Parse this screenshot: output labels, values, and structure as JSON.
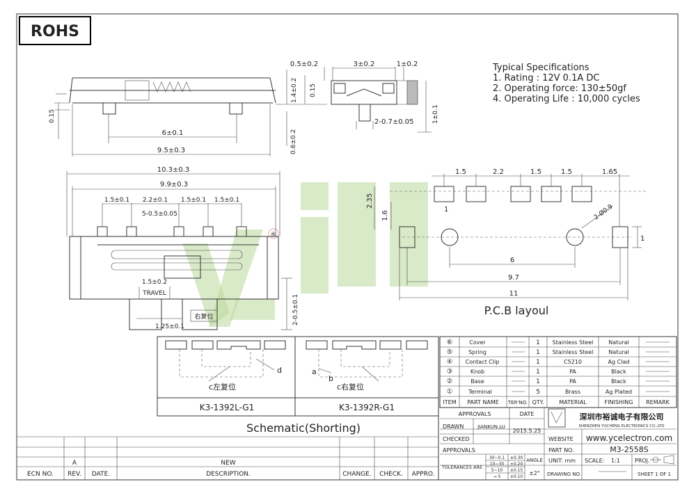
{
  "badge": "ROHS",
  "specs": {
    "heading": "Typical Specifications",
    "lines": [
      "1. Rating : 12V 0.1A   DC",
      "2. Operating force:   130±50gf",
      "4. Operating Life : 10,000 cycles"
    ]
  },
  "dims": {
    "side_a": "0.5±0.2",
    "side_b": "3±0.2",
    "side_c": "1±0.2",
    "h1": "1.4±0.2",
    "h2": "0.15",
    "h3": "1±0.1",
    "h4": "0.6±0.2",
    "left_015": "0.15",
    "pitch6": "6±0.1",
    "pitch95": "9.5±0.3",
    "pin_side": "2-0.7±0.05",
    "w103": "10.3±0.3",
    "w99": "9.9±0.3",
    "p15a": "1.5±0.1",
    "p22": "2.2±0.1",
    "p15b": "1.5±0.1",
    "p15c": "1.5±0.1",
    "pin5": "5-0.5±0.05",
    "travel_val": "1.5±0.2",
    "travel": "TRAVEL",
    "base125": "1.25±0.1",
    "right_pin": "2-0.5±0.1",
    "reset": "右复位",
    "reg": "®"
  },
  "pcb": {
    "title": "P.C.B layoul",
    "top": [
      "1.5",
      "2.2",
      "1.5",
      "1.5",
      "1.65"
    ],
    "h235": "2.35",
    "h16": "1.6",
    "w1": "1",
    "hole": "2-Ø0.9",
    "r1": "1",
    "d6": "6",
    "d97": "9.7",
    "d11": "11"
  },
  "schematic": {
    "title": "Schematic(Shorting)",
    "left_label": "c左复位",
    "right_label": "c右复位",
    "a": "a",
    "b": "b",
    "d": "d",
    "left_part": "K3-1392L-G1",
    "right_part": "K3-1392R-G1"
  },
  "bom": {
    "rows": [
      {
        "n": "⑥",
        "part": "Cover",
        "qty": "1",
        "mat": "Stainless Steel",
        "fin": "Natural"
      },
      {
        "n": "⑤",
        "part": "Spring",
        "qty": "1",
        "mat": "Stainless Steel",
        "fin": "Natural"
      },
      {
        "n": "④",
        "part": "Contact Clip",
        "qty": "1",
        "mat": "C5210",
        "fin": "Ag Clad"
      },
      {
        "n": "③",
        "part": "Knob",
        "qty": "1",
        "mat": "PA",
        "fin": "Black"
      },
      {
        "n": "②",
        "part": "Base",
        "qty": "1",
        "mat": "PA",
        "fin": "Black"
      },
      {
        "n": "①",
        "part": "Terminal",
        "qty": "5",
        "mat": "Brass",
        "fin": "Ag Plated"
      }
    ],
    "header": {
      "item": "ITEM",
      "part": "PART NAME",
      "ter": "TER'NO.",
      "qty": "QTY.",
      "mat": "MATERIAL",
      "fin": "FINISHING",
      "rem": "REMARK"
    }
  },
  "title_block": {
    "approvals": "APPROVALS",
    "date": "DATE",
    "drawn": "DRAWN",
    "drawn_by": "JIANKUN.LU",
    "drawn_date": "2015.5.25",
    "checked": "CHECKED",
    "approvals2": "APPROVALS",
    "company_cn": "深圳市裕诚电子有限公司",
    "company_en": "SHENZHEN YUCHENG ELECTRONICS CO.,LTD",
    "website_label": "WEBSITE",
    "website": "www.ycelectron.com",
    "part_no_label": "PART NO.",
    "part_no": "M3-2558S",
    "tolerances": "TOLERANCES ARE",
    "tol_rows": [
      [
        "30~0.1",
        "±0.30"
      ],
      [
        "10~30",
        "±0.20"
      ],
      [
        "5~10",
        "±0.15"
      ],
      [
        "→ 5",
        "±0.10"
      ]
    ],
    "angle": "ANGLE",
    "angle_val": "±2°",
    "unit": "UNIT: mm",
    "scale_label": "SCALE:",
    "scale": "1:1",
    "proj": "PROJ.",
    "drawing_no": "DRAWING NO.",
    "sheet": "SHEET   1  OF  1"
  },
  "revision": {
    "row_a": "A",
    "new": "NEW",
    "cols": [
      "ECN NO.",
      "REV.",
      "DATE.",
      "DESCRIPTION.",
      "CHANGE.",
      "CHECK.",
      "APPRO."
    ]
  }
}
